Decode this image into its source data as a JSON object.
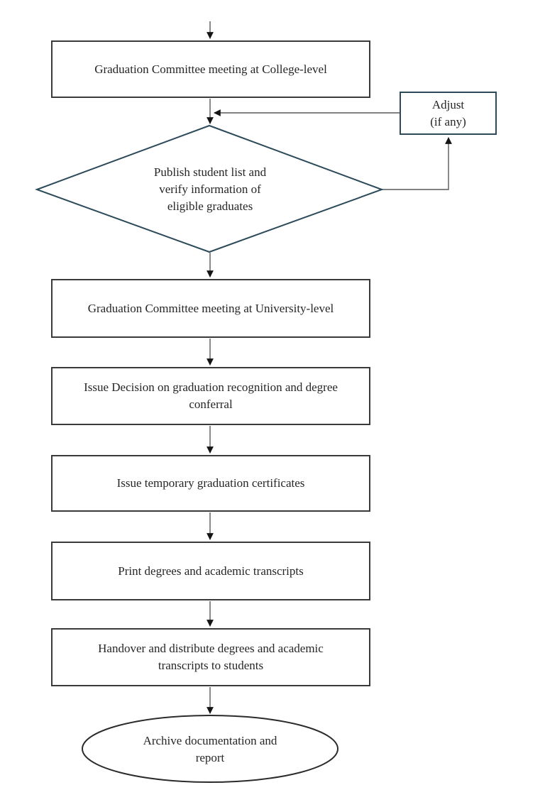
{
  "flowchart": {
    "nodes": {
      "college_meeting": "Graduation Committee meeting at College-level",
      "adjust": "Adjust\n(if any)",
      "publish_verify": "Publish student list and\nverify information of\neligible graduates",
      "university_meeting": "Graduation Committee meeting at University-level",
      "issue_decision": "Issue Decision on graduation recognition and degree\nconferral",
      "issue_temp_certificates": "Issue temporary graduation certificates",
      "print_degrees": "Print degrees and academic transcripts",
      "handover": "Handover and distribute degrees and academic\ntranscripts to students",
      "archive": "Archive documentation and\nreport"
    },
    "colors": {
      "background": "#ffffff",
      "process_border": "#3a3a3a",
      "decision_border": "#2c4a59",
      "terminator_border": "#2b2b2b",
      "connector": "#595959",
      "arrowhead": "#141414",
      "text": "#262626",
      "shape_fill": "#ffffff"
    }
  }
}
